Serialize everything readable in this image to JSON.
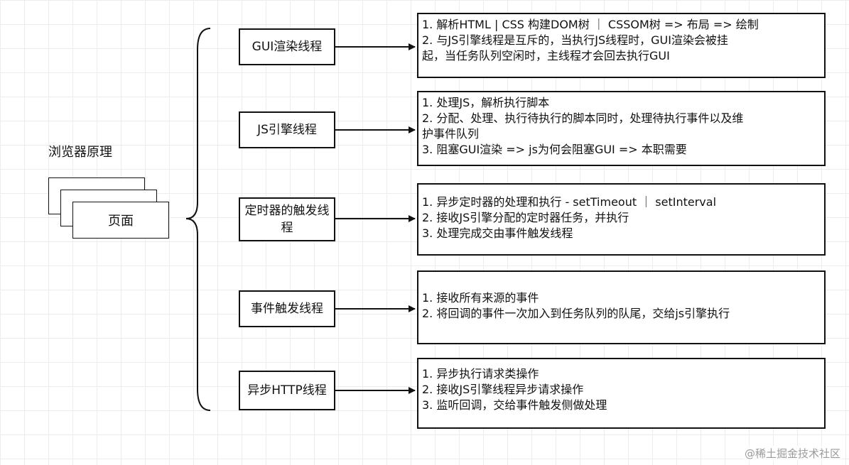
{
  "title": "浏览器原理",
  "page_label": "页面",
  "threads": [
    {
      "label": "GUI渲染线程",
      "details": [
        "1. 解析HTML | CSS 构建DOM树 ｜ CSSOM树 => 布局 => 绘制",
        "2. 与JS引擎线程是互斥的，当执行JS线程时，GUI渲染会被挂",
        "起，当任务队列空闲时，主线程才会回去执行GUI"
      ]
    },
    {
      "label": "JS引擎线程",
      "details": [
        "1. 处理JS，解析执行脚本",
        "2. 分配、处理、执行待执行的脚本同时，处理待执行事件以及维",
        "护事件队列",
        "3. 阻塞GUI渲染 => js为何会阻塞GUI => 本职需要"
      ]
    },
    {
      "label": "定时器的触发线程",
      "details": [
        "1. 异步定时器的处理和执行 - setTimeout ｜ setInterval",
        "2. 接收JS引擎分配的定时器任务，并执行",
        "3. 处理完成交由事件触发线程"
      ]
    },
    {
      "label": "事件触发线程",
      "details": [
        "1. 接收所有来源的事件",
        "2. 将回调的事件一次加入到任务队列的队尾，交给js引擎执行"
      ]
    },
    {
      "label": "异步HTTP线程",
      "details": [
        "1. 异步执行请求类操作",
        "2. 接收JS引擎线程异步请求操作",
        "3. 监听回调，交给事件触发侧做处理"
      ]
    }
  ],
  "watermark": "@稀土掘金技术社区"
}
